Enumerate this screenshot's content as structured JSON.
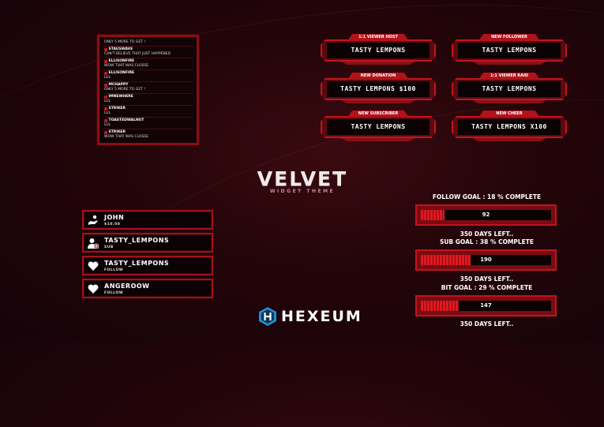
{
  "chat": {
    "messages": [
      {
        "name": "",
        "text": "ONLY 5 MORE TO GET !"
      },
      {
        "name": "STAUSWAVE",
        "text": "CAN'T BELIEVE THAT JUST HAPPENED"
      },
      {
        "name": "ELLISONFIRE",
        "text": "WOW THAT WAS CLOSSE"
      },
      {
        "name": "ELLISONFIRE",
        "text": "LUL"
      },
      {
        "name": "MCHAPPY",
        "text": "ONLY 5 MORE TO GET !"
      },
      {
        "name": "IMNEWHERE",
        "text": "LUL"
      },
      {
        "name": "STRIKER",
        "text": "LUL"
      },
      {
        "name": "TOASTEDWALNUT",
        "text": "LUL"
      },
      {
        "name": "STRIKER",
        "text": "WOW THAT WAS CLOSSE"
      }
    ]
  },
  "alerts": [
    {
      "tab": "1:1 VIEWER HOST",
      "value": "TASTY LEMPONS"
    },
    {
      "tab": "NEW FOLLOWER",
      "value": "TASTY LEMPONS"
    },
    {
      "tab": "NEW DONATION",
      "value": "TASTY LEMPONS $100"
    },
    {
      "tab": "1:1 VIEWER RAID",
      "value": "TASTY LEMPONS"
    },
    {
      "tab": "NEW SUBSCRIBER",
      "value": "TASTY LEMPONS"
    },
    {
      "tab": "NEW CHEER",
      "value": "TASTY LEMPONS X100"
    }
  ],
  "title": {
    "main": "VELVET",
    "sub": "WIDGET THEME"
  },
  "events": [
    {
      "icon": "donation-hand-icon",
      "name": "JOHN",
      "sub": "$10.00"
    },
    {
      "icon": "add-user-icon",
      "name": "TASTY_LEMPONS",
      "sub": "SUB"
    },
    {
      "icon": "heart-icon",
      "name": "TASTY_LEMPONS",
      "sub": "FOLLOW"
    },
    {
      "icon": "heart-icon",
      "name": "ANGEROOW",
      "sub": "FOLLOW"
    }
  ],
  "goals": [
    {
      "label": "FOLLOW GOAL :  18 % COMPLETE",
      "value": "92",
      "progress": 0.18,
      "days": "350 DAYS LEFT.."
    },
    {
      "label": "SUB GOAL :  38 % COMPLETE",
      "value": "190",
      "progress": 0.38,
      "days": "350 DAYS LEFT.."
    },
    {
      "label": "BIT GOAL :  29 % COMPLETE",
      "value": "147",
      "progress": 0.29,
      "days": "350 DAYS LEFT.."
    }
  ],
  "brand": {
    "name": "HEXEUM",
    "icon": "hexagon-h-logo"
  },
  "colors": {
    "accent": "#c4141c",
    "background": "#230509",
    "panel": "#0a0203"
  }
}
